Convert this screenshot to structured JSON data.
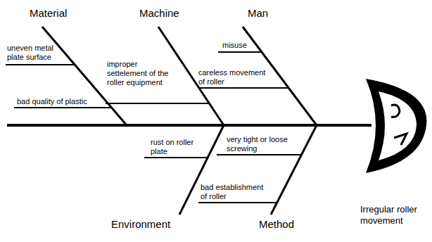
{
  "diagram": {
    "labels": [
      "Material",
      "Machine",
      "Man",
      "uneven metal plate surface",
      "bad quality of plastic",
      "improper settelement of the roller equipment",
      "misuse",
      "careless movement of roller",
      "rust on roller plate",
      "very tight or loose screwing",
      "bad establishment of roller",
      "Environment",
      "Method",
      "Irregular roller movement"
    ]
  }
}
